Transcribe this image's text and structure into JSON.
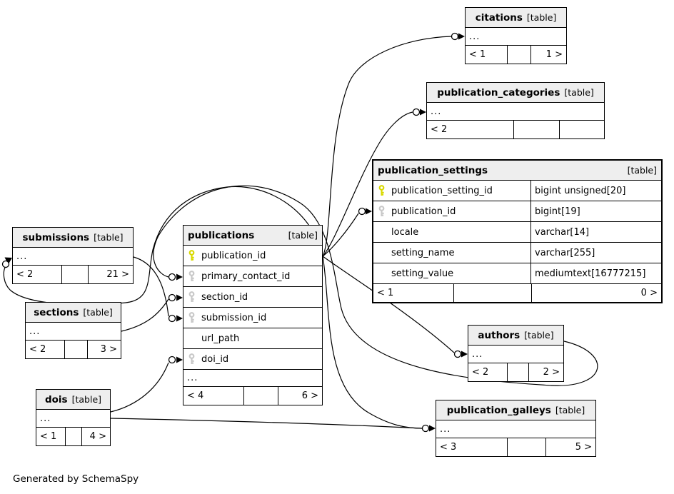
{
  "diagram": {
    "generated_by": "Generated by SchemaSpy"
  },
  "colors": {
    "header_bg": "#eeeeee",
    "table_bg": "#ffffff",
    "border": "#000000",
    "edge": "#000000",
    "primary_key_icon": "#d9d900",
    "foreign_key_icon": "#c8c8c8"
  },
  "tables": {
    "citations": {
      "name": "citations",
      "tag": "[table]",
      "ellipsis": "...",
      "footer": {
        "left": "< 1",
        "mid": "",
        "right": "1 >"
      }
    },
    "publication_categories": {
      "name": "publication_categories",
      "tag": "[table]",
      "ellipsis": "...",
      "footer": {
        "left": "< 2",
        "mid": "",
        "right": ""
      }
    },
    "publication_settings": {
      "name": "publication_settings",
      "tag": "[table]",
      "columns": [
        {
          "key": "pk",
          "name": "publication_setting_id",
          "type": "bigint unsigned[20]"
        },
        {
          "key": "fk",
          "name": "publication_id",
          "type": "bigint[19]"
        },
        {
          "key": "",
          "name": "locale",
          "type": "varchar[14]"
        },
        {
          "key": "",
          "name": "setting_name",
          "type": "varchar[255]"
        },
        {
          "key": "",
          "name": "setting_value",
          "type": "mediumtext[16777215]"
        }
      ],
      "footer": {
        "left": "< 1",
        "mid": "",
        "right": "0 >"
      }
    },
    "publications": {
      "name": "publications",
      "tag": "[table]",
      "ellipsis": "...",
      "columns": [
        {
          "key": "pk",
          "name": "publication_id"
        },
        {
          "key": "fk",
          "name": "primary_contact_id"
        },
        {
          "key": "fk",
          "name": "section_id"
        },
        {
          "key": "fk",
          "name": "submission_id"
        },
        {
          "key": "",
          "name": "url_path"
        },
        {
          "key": "fk",
          "name": "doi_id"
        }
      ],
      "footer": {
        "left": "< 4",
        "mid": "",
        "right": "6 >"
      }
    },
    "submissions": {
      "name": "submissions",
      "tag": "[table]",
      "ellipsis": "...",
      "footer": {
        "left": "< 2",
        "mid": "",
        "right": "21 >"
      }
    },
    "sections": {
      "name": "sections",
      "tag": "[table]",
      "ellipsis": "...",
      "footer": {
        "left": "< 2",
        "mid": "",
        "right": "3 >"
      }
    },
    "dois": {
      "name": "dois",
      "tag": "[table]",
      "ellipsis": "...",
      "footer": {
        "left": "< 1",
        "mid": "",
        "right": "4 >"
      }
    },
    "authors": {
      "name": "authors",
      "tag": "[table]",
      "ellipsis": "...",
      "footer": {
        "left": "< 2",
        "mid": "",
        "right": "2 >"
      }
    },
    "publication_galleys": {
      "name": "publication_galleys",
      "tag": "[table]",
      "ellipsis": "...",
      "footer": {
        "left": "< 3",
        "mid": "",
        "right": "5 >"
      }
    }
  }
}
